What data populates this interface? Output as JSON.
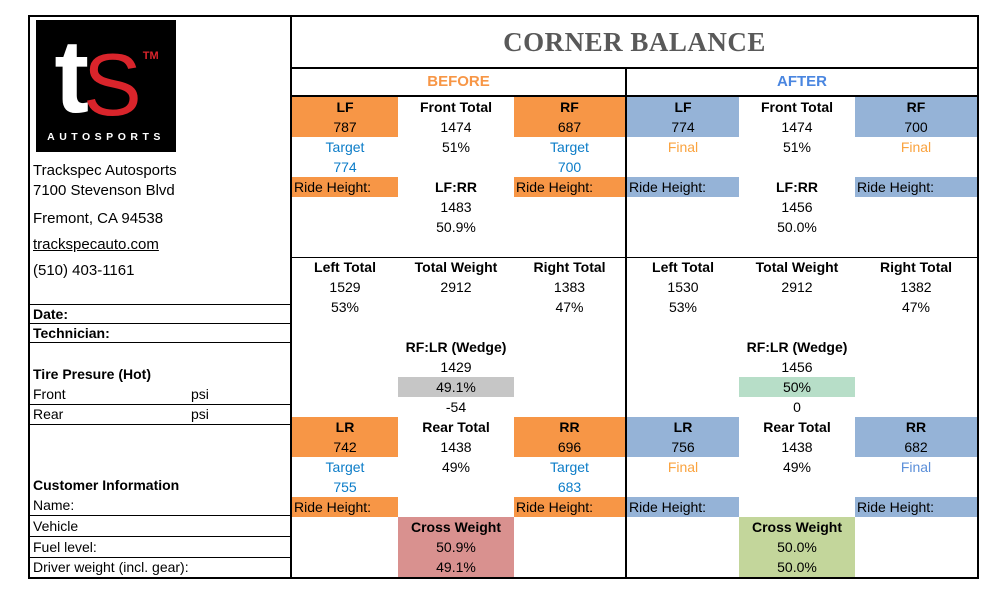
{
  "title": "CORNER BALANCE",
  "company": {
    "logo_t": "t",
    "logo_s": "S",
    "logo_tm": "TM",
    "logo_name": "AUTOSPORTS",
    "name": "Trackspec Autosports",
    "address_line1": "7100 Stevenson Blvd",
    "address_line2": "Fremont, CA 94538",
    "website": "trackspecauto.com",
    "phone": "(510) 403-1161"
  },
  "sidebar": {
    "date_label": "Date:",
    "technician_label": "Technician:",
    "tire_pressure_label": "Tire Presure (Hot)",
    "front_label": "Front",
    "front_unit": "psi",
    "rear_label": "Rear",
    "rear_unit": "psi",
    "customer_info_label": "Customer Information",
    "name_label": "Name:",
    "vehicle_label": "Vehicle",
    "fuel_label": "Fuel level:",
    "driver_weight_label": "Driver weight (incl. gear):"
  },
  "sections": {
    "before": {
      "header": "BEFORE",
      "lf_label": "LF",
      "lf_value": "787",
      "lf_sub_label": "Target",
      "lf_sub_value": "774",
      "front_total_label": "Front Total",
      "front_total": "1474",
      "front_pct": "51%",
      "rf_label": "RF",
      "rf_value": "687",
      "rf_sub_label": "Target",
      "rf_sub_value": "700",
      "ride_height_label": "Ride Height:",
      "lfrr_label": "LF:RR",
      "lfrr_value": "1483",
      "lfrr_pct": "50.9%",
      "left_total_label": "Left Total",
      "left_total": "1529",
      "left_pct": "53%",
      "total_weight_label": "Total Weight",
      "total_weight": "2912",
      "right_total_label": "Right Total",
      "right_total": "1383",
      "right_pct": "47%",
      "wedge_label": "RF:LR (Wedge)",
      "wedge_value": "1429",
      "wedge_pct": "49.1%",
      "wedge_delta": "-54",
      "lr_label": "LR",
      "lr_value": "742",
      "lr_sub_label": "Target",
      "lr_sub_value": "755",
      "rear_total_label": "Rear Total",
      "rear_total": "1438",
      "rear_pct": "49%",
      "rr_label": "RR",
      "rr_value": "696",
      "rr_sub_label": "Target",
      "rr_sub_value": "683",
      "cross_label": "Cross Weight",
      "cross_front_pct": "50.9%",
      "cross_rear_pct": "49.1%"
    },
    "after": {
      "header": "AFTER",
      "lf_label": "LF",
      "lf_value": "774",
      "lf_sub_label": "Final",
      "front_total_label": "Front Total",
      "front_total": "1474",
      "front_pct": "51%",
      "rf_label": "RF",
      "rf_value": "700",
      "rf_sub_label": "Final",
      "ride_height_label": "Ride Height:",
      "lfrr_label": "LF:RR",
      "lfrr_value": "1456",
      "lfrr_pct": "50.0%",
      "left_total_label": "Left Total",
      "left_total": "1530",
      "left_pct": "53%",
      "total_weight_label": "Total Weight",
      "total_weight": "2912",
      "right_total_label": "Right Total",
      "right_total": "1382",
      "right_pct": "47%",
      "wedge_label": "RF:LR (Wedge)",
      "wedge_value": "1456",
      "wedge_pct": "50%",
      "wedge_delta": "0",
      "lr_label": "LR",
      "lr_value": "756",
      "lr_sub_label": "Final",
      "rear_total_label": "Rear Total",
      "rear_total": "1438",
      "rear_pct": "49%",
      "rr_label": "RR",
      "rr_value": "682",
      "rr_sub_label": "Final",
      "cross_label": "Cross Weight",
      "cross_front_pct": "50.0%",
      "cross_rear_pct": "50.0%"
    }
  },
  "colors": {
    "orange_fill": "#F79646",
    "blue_fill": "#95B3D7",
    "gray_fill": "#C6C6C6",
    "mint_fill": "#B7DEC8",
    "pink_fill": "#D9918F",
    "olive_fill": "#C3D69B",
    "target_blue_text": "#0B7CC8",
    "final_orange_text": "#FAA33F",
    "final_blue_text": "#5B8FD9",
    "before_header_text": "#F79646",
    "after_header_text": "#4A86E0",
    "logo_red": "#D9242B",
    "title_gray": "#595959"
  }
}
